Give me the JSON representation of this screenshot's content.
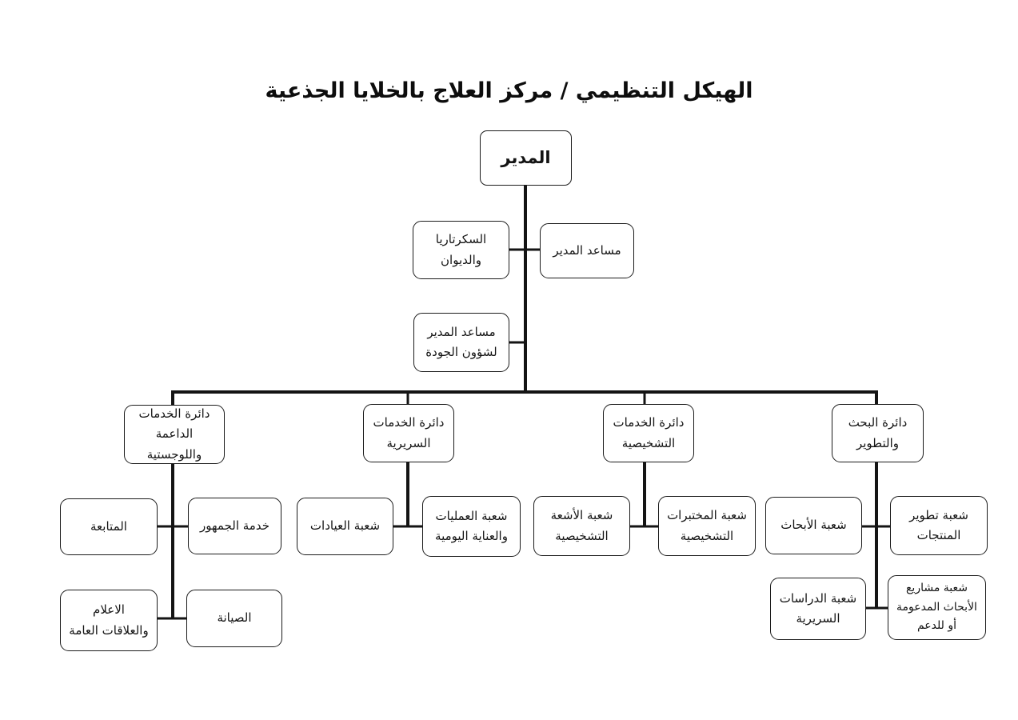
{
  "title": "الهيكل التنظيمي / مركز العلاج بالخلايا الجذعية",
  "colors": {
    "line": "#141414",
    "box_border": "#1b1b1b",
    "box_bg": "#ffffff",
    "text": "#141414"
  },
  "nodes": {
    "director": {
      "label": "المدير"
    },
    "secretariat": {
      "label": "السكرتاريا والديوان"
    },
    "assistant_director": {
      "label": "مساعد المدير"
    },
    "quality_assistant": {
      "label": "مساعد المدير لشؤون الجودة"
    },
    "dept_support_logistics": {
      "label": "دائرة الخدمات الداعمة واللوجستية"
    },
    "dept_clinical": {
      "label": "دائرة الخدمات السريرية"
    },
    "dept_diagnostic": {
      "label": "دائرة الخدمات التشخيصية"
    },
    "dept_research_dev": {
      "label": "دائرة البحث والتطوير"
    },
    "followup": {
      "label": "المتابعة"
    },
    "public_service": {
      "label": "خدمة الجمهور"
    },
    "clinics": {
      "label": "شعبة العيادات"
    },
    "operations_daily_care": {
      "label": "شعبة العمليات والعناية اليومية"
    },
    "diagnostic_radiology": {
      "label": "شعبة الأشعة التشخيصية"
    },
    "diagnostic_labs": {
      "label": "شعبة المختبرات التشخيصية"
    },
    "research": {
      "label": "شعبة الأبحاث"
    },
    "product_dev": {
      "label": "شعبة تطوير المنتجات"
    },
    "media_public_relations": {
      "label": "الاعلام والعلاقات العامة"
    },
    "maintenance": {
      "label": "الصيانة"
    },
    "clinical_studies": {
      "label": "شعبة الدراسات السريرية"
    },
    "funded_research_projects": {
      "label": "شعبة مشاريع الأبحاث المدعومة أو للدعم"
    }
  }
}
